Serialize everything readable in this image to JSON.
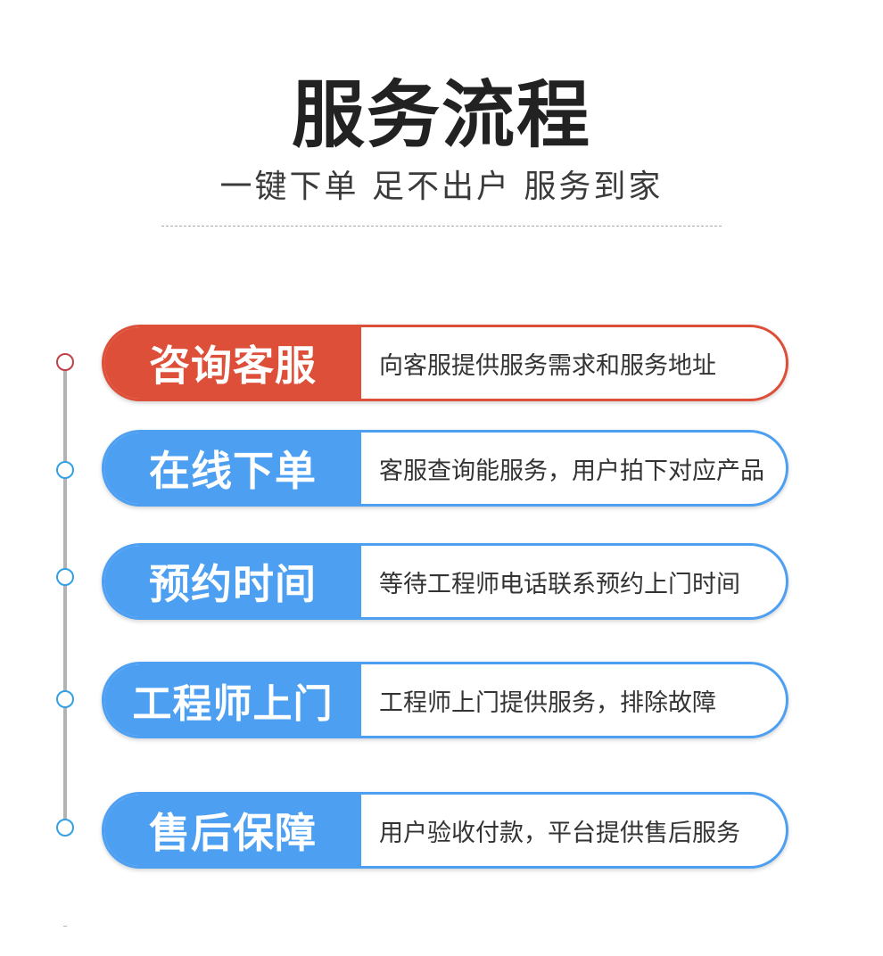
{
  "header": {
    "title": "服务流程",
    "subtitle": "一键下单 足不出户 服务到家"
  },
  "colors": {
    "active": "#dd4f38",
    "primary": "#4d9ff2",
    "timeline": "#b3b3b3",
    "dot_active": "#c0404a",
    "dot": "#34a0e2"
  },
  "steps": [
    {
      "label": "咨询客服",
      "desc": "向客服提供服务需求和服务地址",
      "active": true
    },
    {
      "label": "在线下单",
      "desc": "客服查询能服务，用户拍下对应产品",
      "active": false
    },
    {
      "label": "预约时间",
      "desc": "等待工程师电话联系预约上门时间",
      "active": false
    },
    {
      "label": "工程师上门",
      "desc": "工程师上门提供服务，排除故障",
      "active": false
    },
    {
      "label": "售后保障",
      "desc": "用户验收付款，平台提供售后服务",
      "active": false
    }
  ]
}
